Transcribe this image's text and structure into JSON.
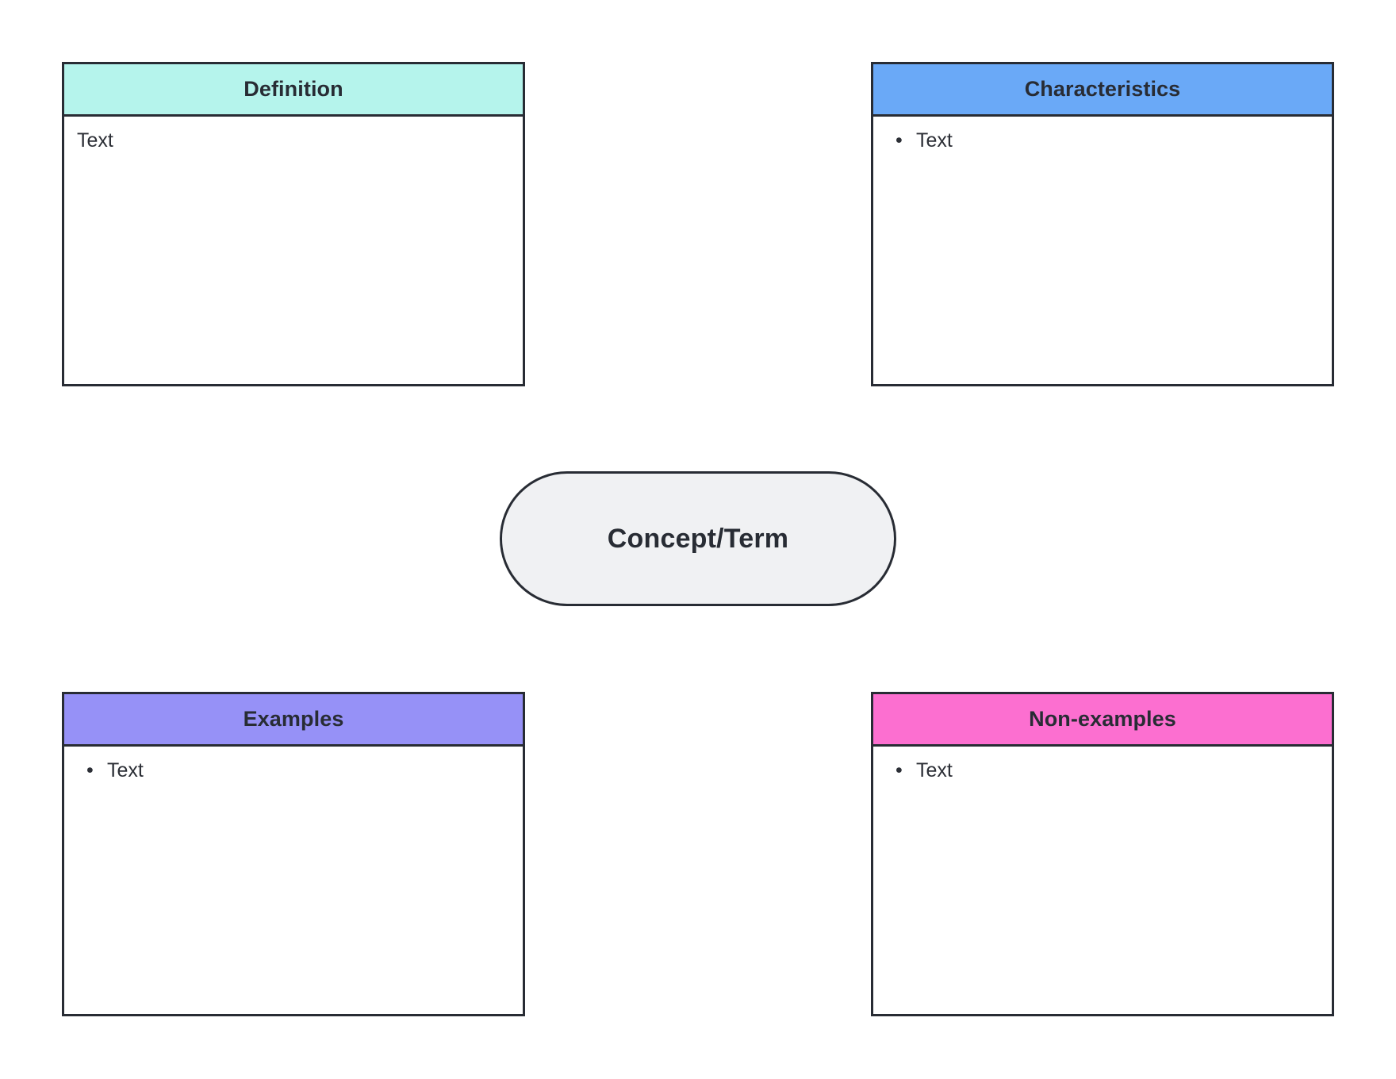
{
  "diagram": {
    "type": "frayer-model",
    "center": {
      "label": "Concept/Term",
      "fill": "#f0f1f3",
      "stroke": "#282c34",
      "shape": "pill"
    },
    "border_color": "#282c34",
    "quadrants": [
      {
        "id": "definition",
        "title": "Definition",
        "header_color": "#b5f4ec",
        "list_style": "plain",
        "items": [
          "Text"
        ]
      },
      {
        "id": "characteristics",
        "title": "Characteristics",
        "header_color": "#6aa9f7",
        "list_style": "bulleted",
        "bullet_glyph": "•",
        "items": [
          "Text"
        ]
      },
      {
        "id": "examples",
        "title": "Examples",
        "header_color": "#9691f7",
        "list_style": "bulleted",
        "bullet_glyph": "•",
        "items": [
          "Text"
        ]
      },
      {
        "id": "nonexamples",
        "title": "Non-examples",
        "header_color": "#fc6fd0",
        "list_style": "bulleted",
        "bullet_glyph": "•",
        "items": [
          "Text"
        ]
      }
    ]
  }
}
